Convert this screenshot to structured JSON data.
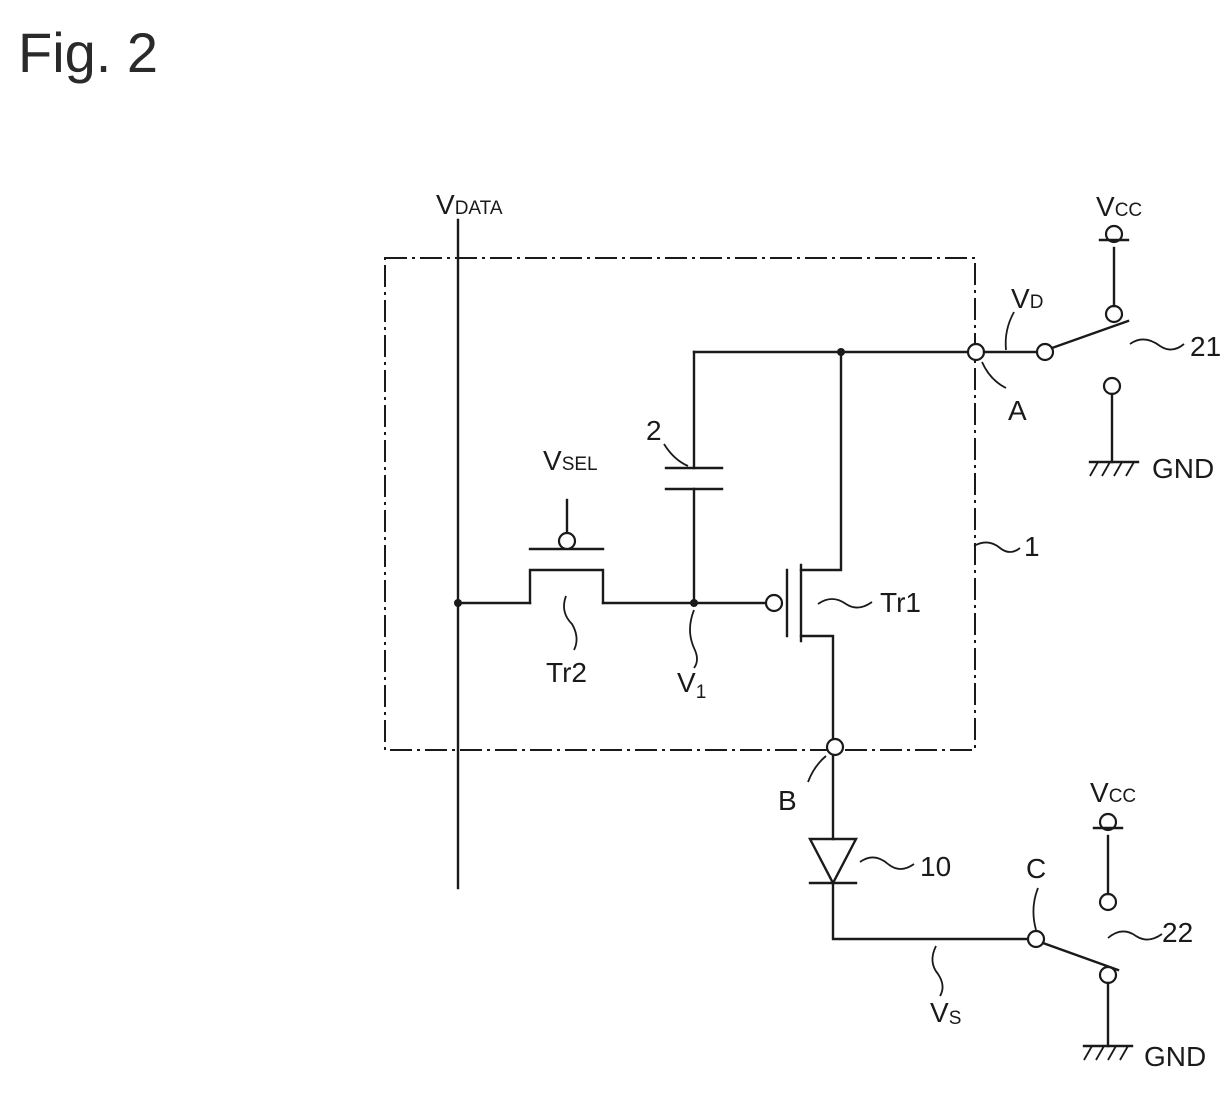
{
  "figure": {
    "title": "Fig. 2"
  },
  "labels": {
    "vdata": {
      "main": "V",
      "sub": "DATA"
    },
    "vsel": {
      "main": "V",
      "sub": "SEL"
    },
    "vd": {
      "main": "V",
      "sub": "D"
    },
    "v1": {
      "main": "V",
      "sub": "1"
    },
    "vs": {
      "main": "V",
      "sub": "S"
    },
    "vcc_top": {
      "main": "V",
      "sub": "CC"
    },
    "vcc_bottom": {
      "main": "V",
      "sub": "CC"
    },
    "gnd_top": "GND",
    "gnd_bottom": "GND",
    "node_a": "A",
    "node_b": "B",
    "node_c": "C",
    "capacitor": "2",
    "pixel_circuit": "1",
    "tr1": "Tr1",
    "tr2": "Tr2",
    "diode": "10",
    "switch_21": "21",
    "switch_22": "22"
  }
}
